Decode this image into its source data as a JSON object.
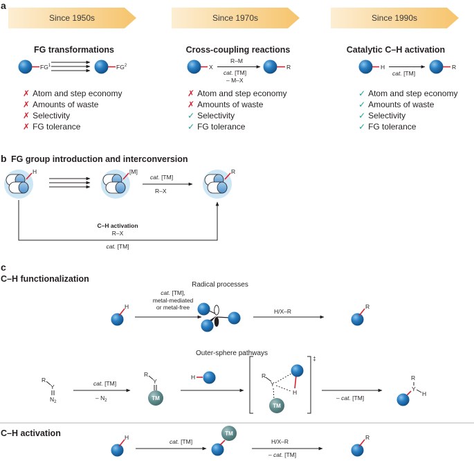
{
  "panels": {
    "a": "a",
    "b": "b",
    "c": "c"
  },
  "eras": [
    "Since 1950s",
    "Since 1970s",
    "Since 1990s"
  ],
  "section_a": {
    "columns": [
      {
        "title": "FG transformations",
        "labels": {
          "fg1": "FG",
          "fg1_sup": "1",
          "fg2": "FG",
          "fg2_sup": "2"
        },
        "items": [
          {
            "mark": "✗",
            "text": "Atom and step economy",
            "status": "no"
          },
          {
            "mark": "✗",
            "text": "Amounts of waste",
            "status": "no"
          },
          {
            "mark": "✗",
            "text": "Selectivity",
            "status": "no"
          },
          {
            "mark": "✗",
            "text": "FG tolerance",
            "status": "no"
          }
        ]
      },
      {
        "title": "Cross-coupling reactions",
        "labels": {
          "x": "X",
          "rm": "R–M",
          "cat": "cat.",
          "tm": " [TM]",
          "mx": "– M–X",
          "r": "R"
        },
        "items": [
          {
            "mark": "✗",
            "text": "Atom and step economy",
            "status": "no"
          },
          {
            "mark": "✗",
            "text": "Amounts of waste",
            "status": "no"
          },
          {
            "mark": "✓",
            "text": "Selectivity",
            "status": "yes"
          },
          {
            "mark": "✓",
            "text": "FG tolerance",
            "status": "yes"
          }
        ]
      },
      {
        "title": "Catalytic C–H activation",
        "labels": {
          "h": "H",
          "cat": "cat.",
          "tm": " [TM]",
          "r": "R"
        },
        "items": [
          {
            "mark": "✓",
            "text": "Atom and step economy",
            "status": "yes"
          },
          {
            "mark": "✓",
            "text": "Amounts of waste",
            "status": "yes"
          },
          {
            "mark": "✓",
            "text": "Selectivity",
            "status": "yes"
          },
          {
            "mark": "✓",
            "text": "FG tolerance",
            "status": "yes"
          }
        ]
      }
    ]
  },
  "section_b": {
    "title": "FG group introduction and interconversion",
    "labels": {
      "h": "H",
      "m": "[M]",
      "r": "R",
      "cat": "cat.",
      "tm": " [TM]",
      "rx": "R–X"
    },
    "bottom": {
      "title": "C–H activation",
      "rx": "R–X",
      "cat": "cat.",
      "tm": " [TM]"
    }
  },
  "section_c": {
    "title": "C–H functionalization",
    "radical": {
      "heading": "Radical processes",
      "cond1_cat": "cat.",
      "cond1_tm": " [TM],",
      "cond2": "metal-mediated",
      "cond3": "or metal-free",
      "reagent": "H/X–R",
      "h": "H",
      "r": "R"
    },
    "outer": {
      "heading": "Outer-sphere pathways",
      "r": "R",
      "y": "Y",
      "n2": "N",
      "n2_sub": "2",
      "cat": "cat.",
      "tm": " [TM]",
      "minus_n2": "– N",
      "minus_n2_sub": "2",
      "tm_badge": "TM",
      "h_reagent": "H",
      "ts_r": "R",
      "ts_y": "Y",
      "ts_h": "H",
      "ts_tm": "TM",
      "dagger": "‡",
      "minus_cat": "– ",
      "minus_cat_i": "cat.",
      "minus_cat_tm": " [TM]",
      "p_r": "R",
      "p_y": "Y",
      "p_h": "H"
    },
    "activation": {
      "title": "C–H activation",
      "h": "H",
      "cat": "cat.",
      "tm": " [TM]",
      "tm_badge": "TM",
      "reagent": "H/X–R",
      "minus_cat": "– ",
      "minus_cat_i": "cat.",
      "minus_cat_tm": " [TM]",
      "r": "R"
    }
  },
  "colors": {
    "ball": "#1f74b6",
    "bond": "#d7232f",
    "tm_badge": "#5f8a8b",
    "cross": "#d7232f",
    "check": "#19a199",
    "arrow_band": "#f7c97a",
    "halo": "#cde6f5"
  }
}
